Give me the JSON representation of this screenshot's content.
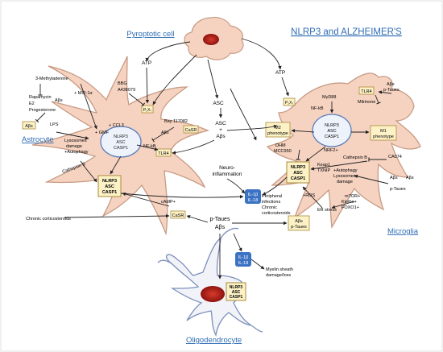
{
  "title": "NLRP3 and ALZHEIMER'S",
  "cells": {
    "pyroptotic": "Pyroptotic cell",
    "astrocyte": "Astrocyte",
    "microglia": "Microglia",
    "oligodendrocyte": "Oligodendrocyte"
  },
  "inflammasome": {
    "l1": "NLRP3",
    "l2": "ASC",
    "l3": "CASP1"
  },
  "receptors": {
    "p2x7": "P₂X₇",
    "tlr4": "TLR4",
    "casr": "CaSR",
    "abeta": "Aβs"
  },
  "top": {
    "atp": "ATP",
    "asc": "ASC",
    "asc_abeta_1": "ASC",
    "asc_abeta_2": "+",
    "asc_abeta_3": "Aβs",
    "neuro_1": "Neuro-",
    "neuro_2": "inflammation"
  },
  "astrocyte": {
    "methyladenine": "3-Methyladenine",
    "rapamycin": "Rapamycin",
    "e2": "E2",
    "progesterone": "Progesterone",
    "abeta_small": "Aβs",
    "lps": "LPS",
    "bbg": "BBG",
    "a438079": "A438079",
    "mip": "+ MIP-1α",
    "gmf": "+ GMF",
    "ccl3": "+ CCL3",
    "lysosomes_1": "Lysosomes",
    "lysosomes_2": "damage",
    "lysosomes_3": "+Autophagy",
    "cathepsin": "Cathepsin B",
    "nfkb": "NF-kB",
    "bay": "Bay 117082",
    "abeta_near": "Aβs",
    "camp": "cAMP+",
    "chronic": "Chronic corticosteroids"
  },
  "cytokines": {
    "il1b": "IL-1β",
    "il18": "IL-18"
  },
  "peripheral": {
    "l1": "Peripheral",
    "l2": "infections",
    "l3": "Chronic",
    "l4": "corticosteroids"
  },
  "ptaues": {
    "l1": "p-Taues",
    "l2": "Aβs"
  },
  "microglia": {
    "m2_1": "M2",
    "m2_2": "phenotype",
    "m1_1": "M1",
    "m1_2": "phenotype",
    "myd88": "MyD88",
    "nfkb": "NF-kB",
    "milrinone": "Milrinone",
    "abeta_top_1": "Aβs",
    "abeta_top_2": "p-Taues",
    "nrf2": "NRF2+",
    "dhm": "DHM",
    "mcc950": "MCC950",
    "cathepsin": "Cathepsin B",
    "ca074": "CA074",
    "autophagy_1": "+Autophagy",
    "autophagy_2": "Lysosomes",
    "autophagy_3": "damage",
    "abeta_right_1": "Aβs",
    "abeta_right_2": "Aβs",
    "ptaues_right": "p-Taues",
    "keap1": "Keap1",
    "txnip": "TXNIP",
    "ros": "+ROS",
    "mtor": "mTOR+",
    "klotho": "Klotho+",
    "foxo1": "FOXO1+",
    "er_stress": "ER stress",
    "box_abeta": "Aβs",
    "box_ptaues": "p-Taues"
  },
  "oligo": {
    "myelin_1": "Myelin sheath",
    "myelin_2": "damage/loss"
  },
  "colors": {
    "cell_fill": "#f6d3c1",
    "cell_stroke": "#c79b84",
    "title_blue": "#2f6db5",
    "cytokine_blue": "#3b72c4",
    "box_fill": "#fdf2c6",
    "box_stroke": "#a8893a",
    "nucleus": "#b5201a",
    "oligo_fill": "#f1f3f8",
    "oligo_stroke": "#7d8fbc",
    "vesicle_fill": "#eef3fb",
    "vesicle_stroke": "#5a7dbb"
  }
}
